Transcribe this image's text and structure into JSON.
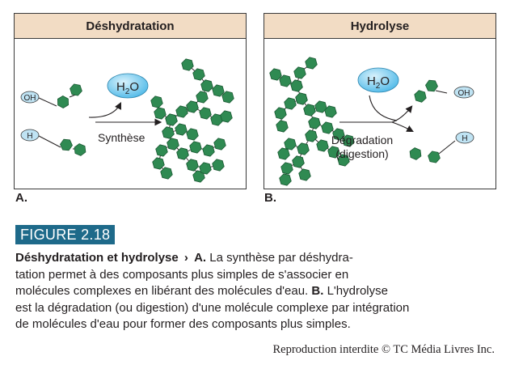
{
  "panel_a": {
    "title": "Déshydratation",
    "letter": "A.",
    "water_label": "H",
    "water_sub": "2",
    "water_suffix": "O",
    "oh_label": "OH",
    "h_label": "H",
    "arrow_label": "Synthèse"
  },
  "panel_b": {
    "title": "Hydrolyse",
    "letter": "B.",
    "water_label": "H",
    "water_sub": "2",
    "water_suffix": "O",
    "oh_label": "OH",
    "h_label": "H",
    "arrow_label_line1": "Dégradation",
    "arrow_label_line2": "(digestion)"
  },
  "figure_label": "FIGURE 2.18",
  "caption": {
    "title": "Déshydratation et hydrolyse",
    "marker": "›",
    "part_a_label": "A.",
    "part_a_text_lines": [
      "La synthèse par déshydra-",
      "tation permet à des composants plus simples de s'associer en",
      "molécules complexes en libérant des molécules d'eau."
    ],
    "part_b_label": "B.",
    "part_b_text_lines": [
      "L'hydrolyse",
      "est la dégradation (ou digestion) d'une molécule complexe par intégration",
      "de molécules d'eau pour former des composants plus simples."
    ]
  },
  "copyright": "Reproduction interdite © TC Média Livres Inc.",
  "colors": {
    "hexagon_fill": "#2f8a52",
    "hexagon_stroke": "#1c5a34",
    "bubble_fill": "#bfe3f3",
    "water_fill": "#5bc2ec",
    "header_fill": "#f2dcc4",
    "badge_fill": "#1e6a8a"
  }
}
